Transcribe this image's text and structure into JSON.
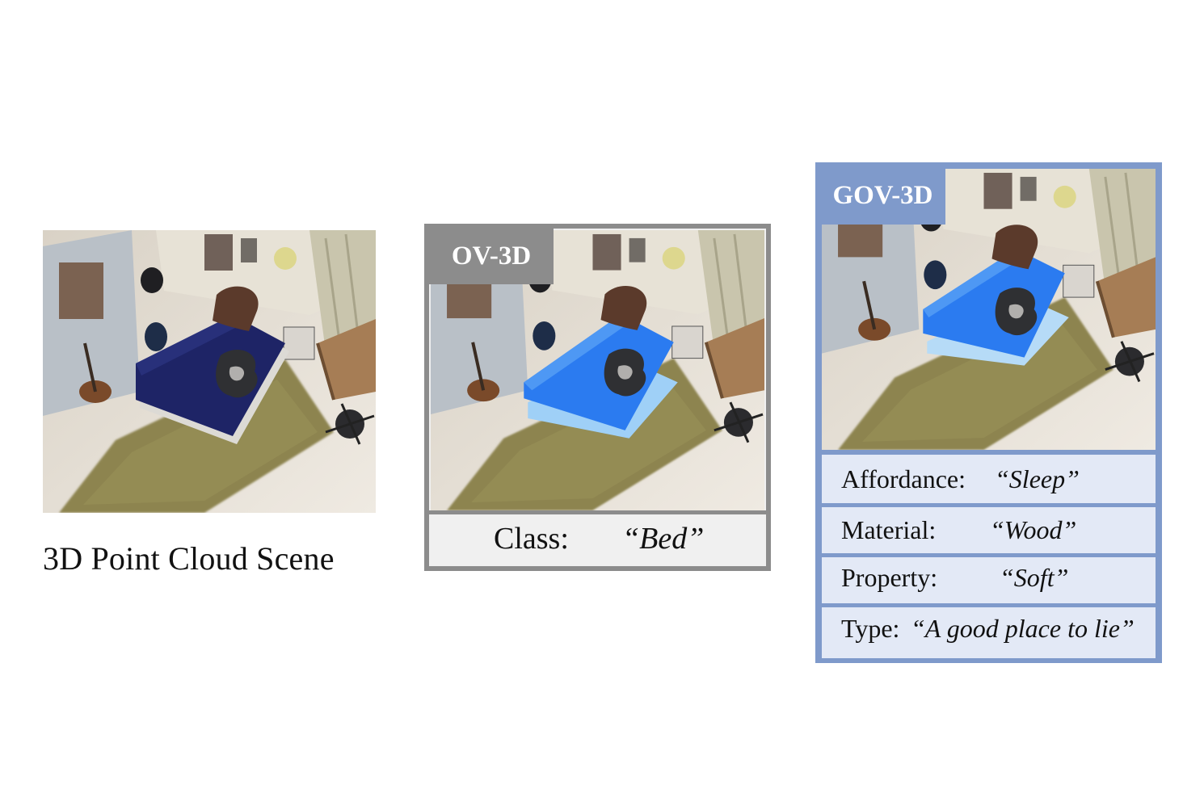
{
  "panel_scene": {
    "caption": "3D Point Cloud Scene"
  },
  "panel_ov3d": {
    "tag": "OV-3D",
    "class_key": "Class:",
    "class_value": "“Bed”",
    "highlight_color": "#2b7bf0",
    "frame_color": "#8c8c8c"
  },
  "panel_gov3d": {
    "tag": "GOV-3D",
    "highlight_color": "#2b7bf0",
    "frame_color": "#7f9acb",
    "attributes": [
      {
        "key": "Affordance:",
        "value": "“Sleep”"
      },
      {
        "key": "Material:",
        "value": "“Wood”"
      },
      {
        "key": "Property:",
        "value": "“Soft”"
      },
      {
        "key": "Type:",
        "value": "“A good place to lie”"
      }
    ]
  }
}
